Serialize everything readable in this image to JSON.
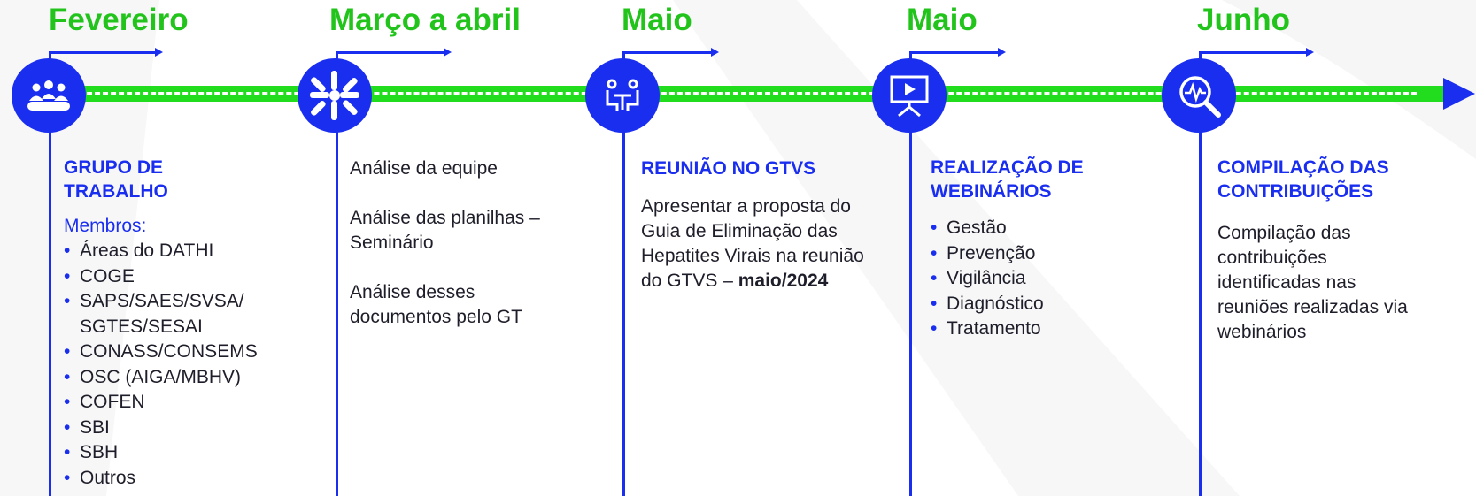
{
  "colors": {
    "green": "#22dd1e",
    "blue": "#1a2ef0",
    "month_text": "#22c41c",
    "body_text": "#1e1e2a"
  },
  "milestones": [
    {
      "month": "Fevereiro",
      "icon": "group-meeting-icon",
      "heading": "GRUPO DE TRABALHO",
      "members_label": "Membros:",
      "items": [
        "Áreas do DATHI",
        "COGE",
        "SAPS/SAES/SVSA/ SGTES/SESAI",
        "CONASS/CONSEMS",
        "OSC (AIGA/MBHV)",
        "COFEN",
        "SBI",
        "SBH",
        "Outros"
      ]
    },
    {
      "month": "Março a abril",
      "icon": "hands-together-icon",
      "paragraphs": [
        "Análise da equipe",
        "Análise das planilhas – Seminário",
        "Análise desses documentos pelo GT"
      ]
    },
    {
      "month": "Maio",
      "icon": "people-at-table-icon",
      "heading": "REUNIÃO NO GTVS",
      "text": "Apresentar  a proposta do Guia de Eliminação das Hepatites Virais na reunião do GTVS –",
      "text_bold": "maio/2024"
    },
    {
      "month": "Maio",
      "icon": "presentation-board-icon",
      "heading": "REALIZAÇÃO DE WEBINÁRIOS",
      "items": [
        "Gestão",
        "Prevenção",
        "Vigilância",
        "Diagnóstico",
        "Tratamento"
      ]
    },
    {
      "month": "Junho",
      "icon": "magnifier-pulse-icon",
      "heading": "COMPILAÇÃO DAS CONTRIBUIÇÕES",
      "text": "Compilação das contribuições identificadas nas reuniões realizadas via webinários"
    }
  ]
}
